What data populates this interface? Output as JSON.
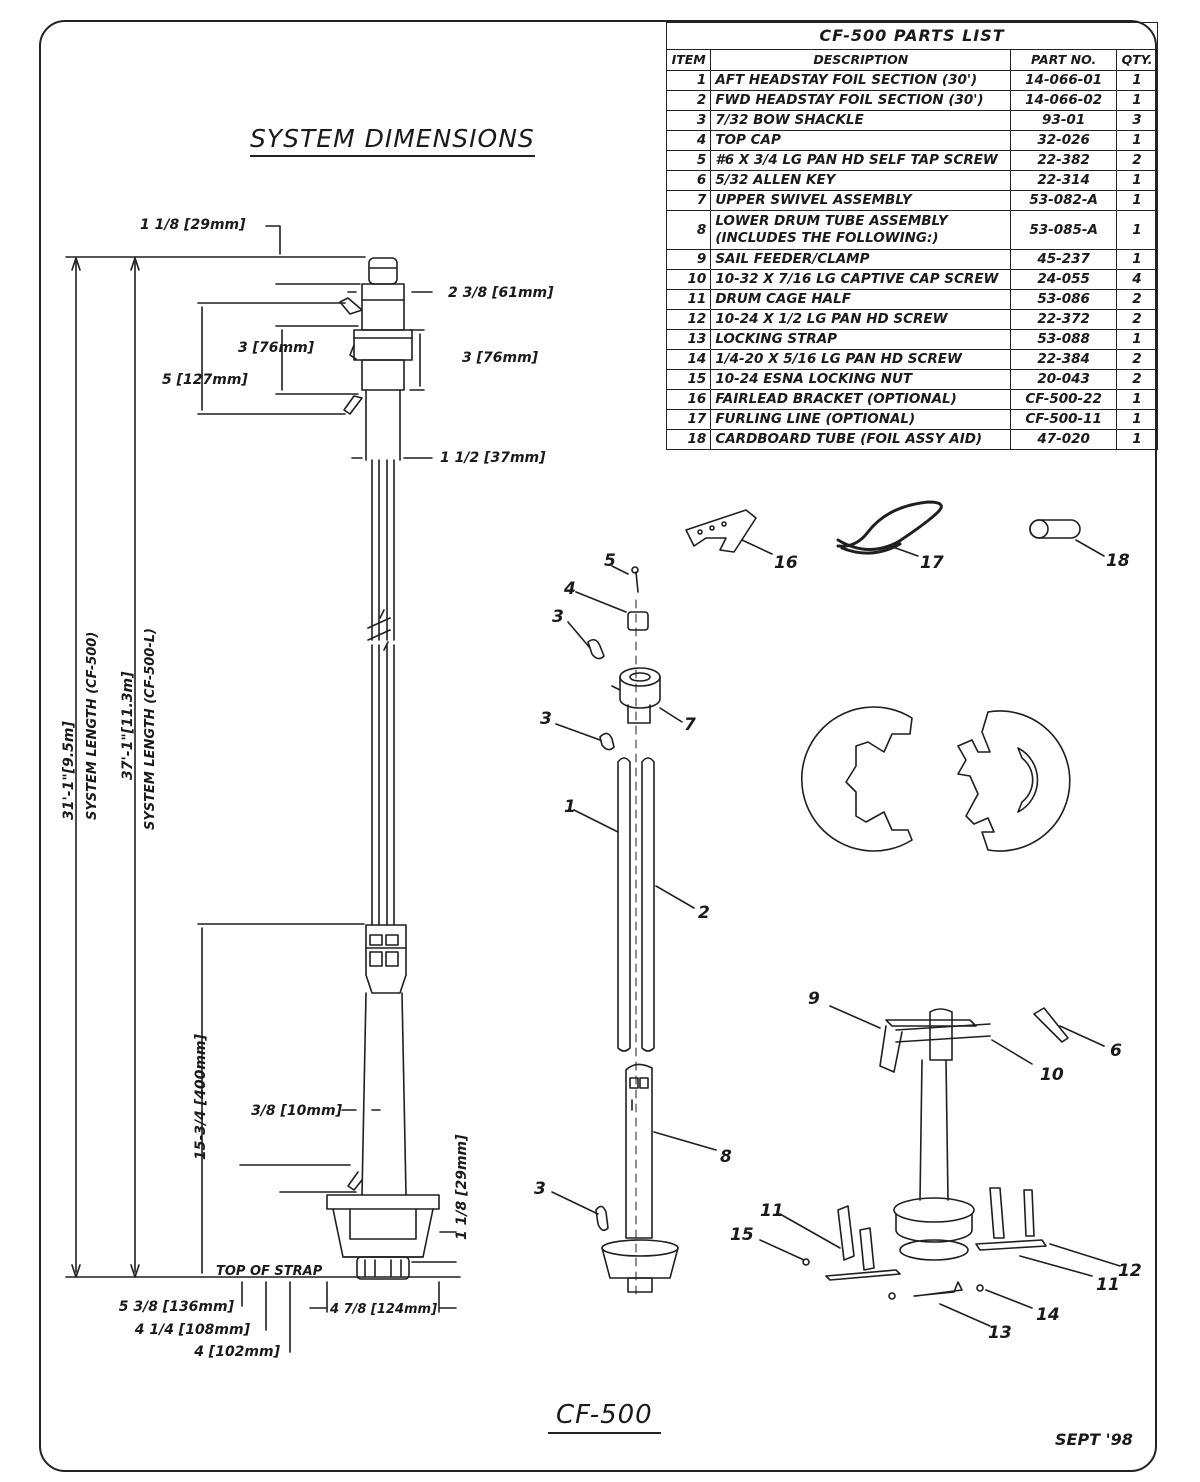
{
  "title": "SYSTEM DIMENSIONS",
  "model": "CF-500",
  "date": "SEPT '98",
  "parts_list": {
    "caption": "CF-500 PARTS LIST",
    "headers": {
      "item": "ITEM",
      "description": "DESCRIPTION",
      "part_no": "PART NO.",
      "qty": "QTY."
    },
    "rows": [
      {
        "item": "1",
        "description": "AFT HEADSTAY FOIL SECTION (30')",
        "part_no": "14-066-01",
        "qty": "1"
      },
      {
        "item": "2",
        "description": "FWD HEADSTAY FOIL SECTION (30')",
        "part_no": "14-066-02",
        "qty": "1"
      },
      {
        "item": "3",
        "description": "7/32 BOW SHACKLE",
        "part_no": "93-01",
        "qty": "3"
      },
      {
        "item": "4",
        "description": "TOP CAP",
        "part_no": "32-026",
        "qty": "1"
      },
      {
        "item": "5",
        "description": "#6 X 3/4 LG PAN HD SELF TAP SCREW",
        "part_no": "22-382",
        "qty": "2"
      },
      {
        "item": "6",
        "description": "5/32 ALLEN KEY",
        "part_no": "22-314",
        "qty": "1"
      },
      {
        "item": "7",
        "description": "UPPER SWIVEL ASSEMBLY",
        "part_no": "53-082-A",
        "qty": "1"
      },
      {
        "item": "8",
        "description": "LOWER DRUM TUBE ASSEMBLY",
        "description2": "(INCLUDES THE FOLLOWING:)",
        "part_no": "53-085-A",
        "qty": "1"
      },
      {
        "item": "9",
        "description": "SAIL FEEDER/CLAMP",
        "part_no": "45-237",
        "qty": "1"
      },
      {
        "item": "10",
        "description": "10-32 X 7/16 LG CAPTIVE CAP SCREW",
        "part_no": "24-055",
        "qty": "4"
      },
      {
        "item": "11",
        "description": "DRUM CAGE HALF",
        "part_no": "53-086",
        "qty": "2"
      },
      {
        "item": "12",
        "description": "10-24 X 1/2 LG PAN HD SCREW",
        "part_no": "22-372",
        "qty": "2"
      },
      {
        "item": "13",
        "description": "LOCKING STRAP",
        "part_no": "53-088",
        "qty": "1"
      },
      {
        "item": "14",
        "description": "1/4-20 X 5/16 LG PAN HD SCREW",
        "part_no": "22-384",
        "qty": "2"
      },
      {
        "item": "15",
        "description": "10-24 ESNA LOCKING NUT",
        "part_no": "20-043",
        "qty": "2"
      },
      {
        "item": "16",
        "description": "FAIRLEAD BRACKET (OPTIONAL)",
        "part_no": "CF-500-22",
        "qty": "1"
      },
      {
        "item": "17",
        "description": "FURLING LINE (OPTIONAL)",
        "part_no": "CF-500-11",
        "qty": "1"
      },
      {
        "item": "18",
        "description": "CARDBOARD TUBE (FOIL ASSY AID)",
        "part_no": "47-020",
        "qty": "1"
      }
    ]
  },
  "dimensions": {
    "top_width": "1 1/8 [29mm]",
    "swivel_width": "2 3/8 [61mm]",
    "upper_3in_left": "3 [76mm]",
    "upper_3in_right": "3 [76mm]",
    "upper_5in": "5 [127mm]",
    "foil_width": "1 1/2 [37mm]",
    "length_cf500": "31'-1\"[9.5m]",
    "length_cf500_label": "SYSTEM LENGTH (CF-500)",
    "length_cf500l": "37'-1\"[11.3m]",
    "length_cf500l_label": "SYSTEM LENGTH (CF-500-L)",
    "lower_15in": "15-3/4 [400mm]",
    "lower_3_8": "3/8 [10mm]",
    "lower_1_1_8": "1 1/8 [29mm]",
    "top_of_strap": "TOP OF STRAP",
    "drum_width": "4 7/8 [124mm]",
    "bottom_5_3_8": "5 3/8 [136mm]",
    "bottom_4_1_4": "4 1/4 [108mm]",
    "bottom_4": "4 [102mm]"
  },
  "callouts": [
    "1",
    "2",
    "3",
    "3",
    "3",
    "4",
    "5",
    "6",
    "7",
    "8",
    "9",
    "10",
    "11",
    "11",
    "12",
    "13",
    "14",
    "15",
    "16",
    "17",
    "18"
  ]
}
